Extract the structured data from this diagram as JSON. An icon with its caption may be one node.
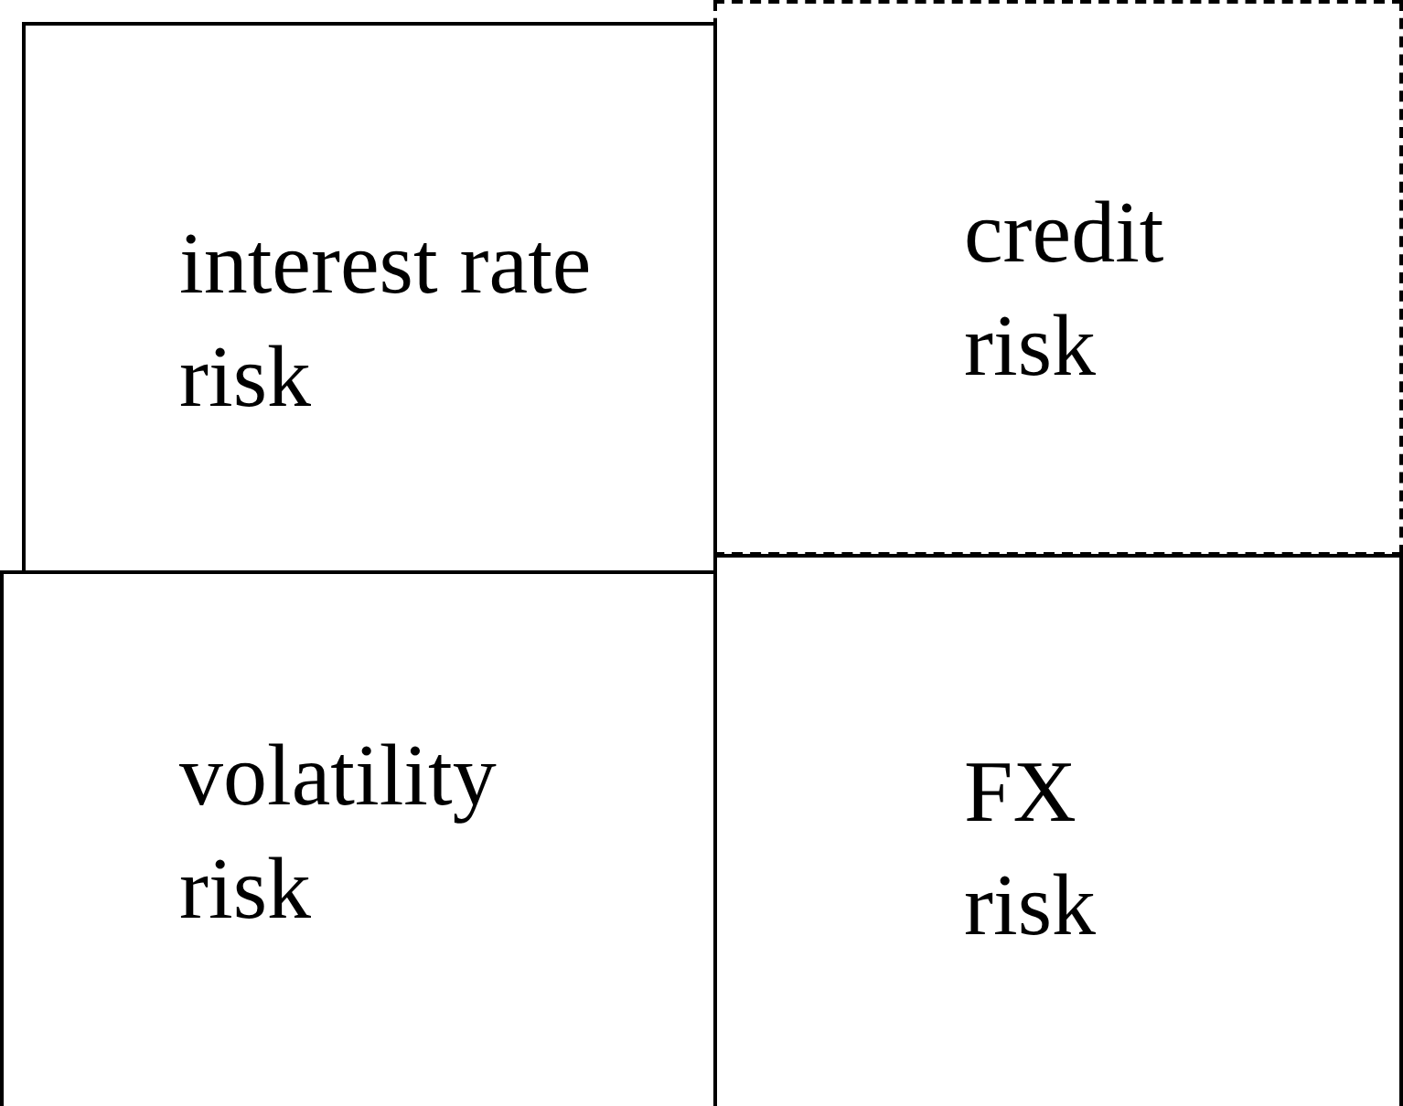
{
  "diagram": {
    "nodes": [
      {
        "text": [
          "interest rate risk"
        ]
      },
      {
        "text": [
          "credit risk"
        ]
      },
      {
        "text": [
          "volatility risk"
        ]
      },
      {
        "text": [
          "FX risk"
        ]
      }
    ]
  }
}
